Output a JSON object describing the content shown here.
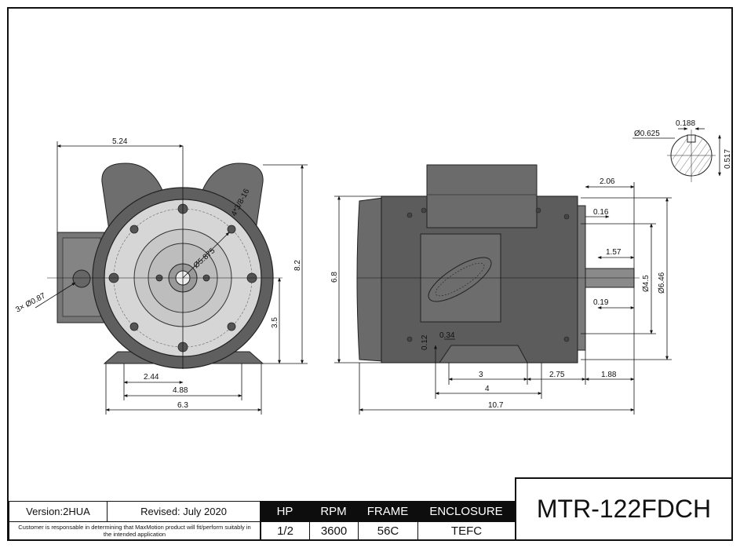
{
  "dimensions": {
    "front": {
      "width_top": "5.24",
      "height_total": "8.2",
      "shaft_height": "3.5",
      "conduit_holes": "3× Ø0.87",
      "bolt_circle": "Ø5.875",
      "tapped_holes": "4*3/8-16",
      "base_half": "2.44",
      "base_holes": "4.88",
      "base_width": "6.3"
    },
    "side": {
      "height": "6.8",
      "shaft_ext": "2.06",
      "flange_thk": "0.16",
      "key_len": "1.57",
      "pilot_dia": "Ø4.5",
      "flange_dia": "Ø6.46",
      "shaft_shoulder": "0.19",
      "foot_thk": "0.12",
      "foot_slot": "0.34",
      "foot_span": "3",
      "foot_to_face": "2.75",
      "shaft_len": "1.88",
      "foot_total": "4",
      "overall_len": "10.7"
    },
    "shaft": {
      "dia": "Ø0.625",
      "key_width": "0.188",
      "key_depth": "0.517"
    }
  },
  "title_block": {
    "version": "Version:2HUA",
    "revised": "Revised: July 2020",
    "disclaimer": "Customer is responsable in determining that MaxMotion product will fit/perform suitably in the intended application",
    "headers": [
      "HP",
      "RPM",
      "FRAME",
      "ENCLOSURE"
    ],
    "values": [
      "1/2",
      "3600",
      "56C",
      "TEFC"
    ],
    "model": "MTR-122FDCH"
  }
}
